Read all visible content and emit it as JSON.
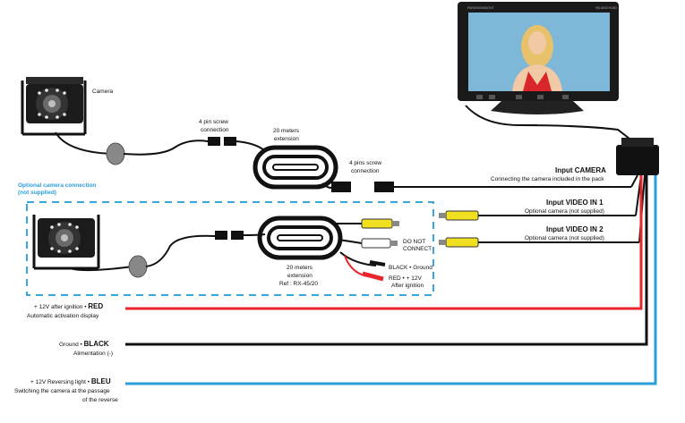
{
  "monitor": {
    "brand": "PARKINGINSIGHT",
    "model": "HD-6002+5-BD"
  },
  "camera": {
    "label": "Camera"
  },
  "connectors": {
    "screw1_line1": "4 pin screw",
    "screw1_line2": "connection",
    "extension1_line1": "20 meters",
    "extension1_line2": "extension",
    "screw2_line1": "4 pins screw",
    "screw2_line2": "connection"
  },
  "optional_section": {
    "title_line1": "Optional camera connection",
    "title_line2": "(not supplied)",
    "do_not_connect_line1": "DO NOT",
    "do_not_connect_line2": "CONNECT",
    "extension_line1": "20 meters",
    "extension_line2": "extension",
    "extension_ref": "Ref : RX-45/20",
    "black_ground": "BLACK • Ground",
    "red_12v": "RED • + 12V",
    "after_ignition": "After ignition"
  },
  "inputs": {
    "camera_title": "Input CAMERA",
    "camera_sub": "Connecting the camera included in the pack",
    "video1_title": "Input VIDEO IN 1",
    "video1_sub": "Optional camera (not supplied)",
    "video2_title": "Input VIDEO IN 2",
    "video2_sub": "Optional camera (not supplied)"
  },
  "wires": {
    "red_line1": "+ 12V after ignition •",
    "red_color_word": "RED",
    "red_line2": "Automatic activation display",
    "black_line1": "Ground •",
    "black_color_word": "BLACK",
    "black_line2": "Alimentation (-)",
    "blue_line1": "+ 12V Reversing light •",
    "blue_color_word": "BLEU",
    "blue_line2": "Switching the camera at the passage",
    "blue_line3": "of the reverse"
  },
  "colors": {
    "red_wire": "#e8262b",
    "black_wire": "#111111",
    "blue_wire": "#2a9fd8",
    "yellow_rca": "#f0e020",
    "dashed_box": "#3aa6dd",
    "optional_title": "#2a9fd8"
  }
}
